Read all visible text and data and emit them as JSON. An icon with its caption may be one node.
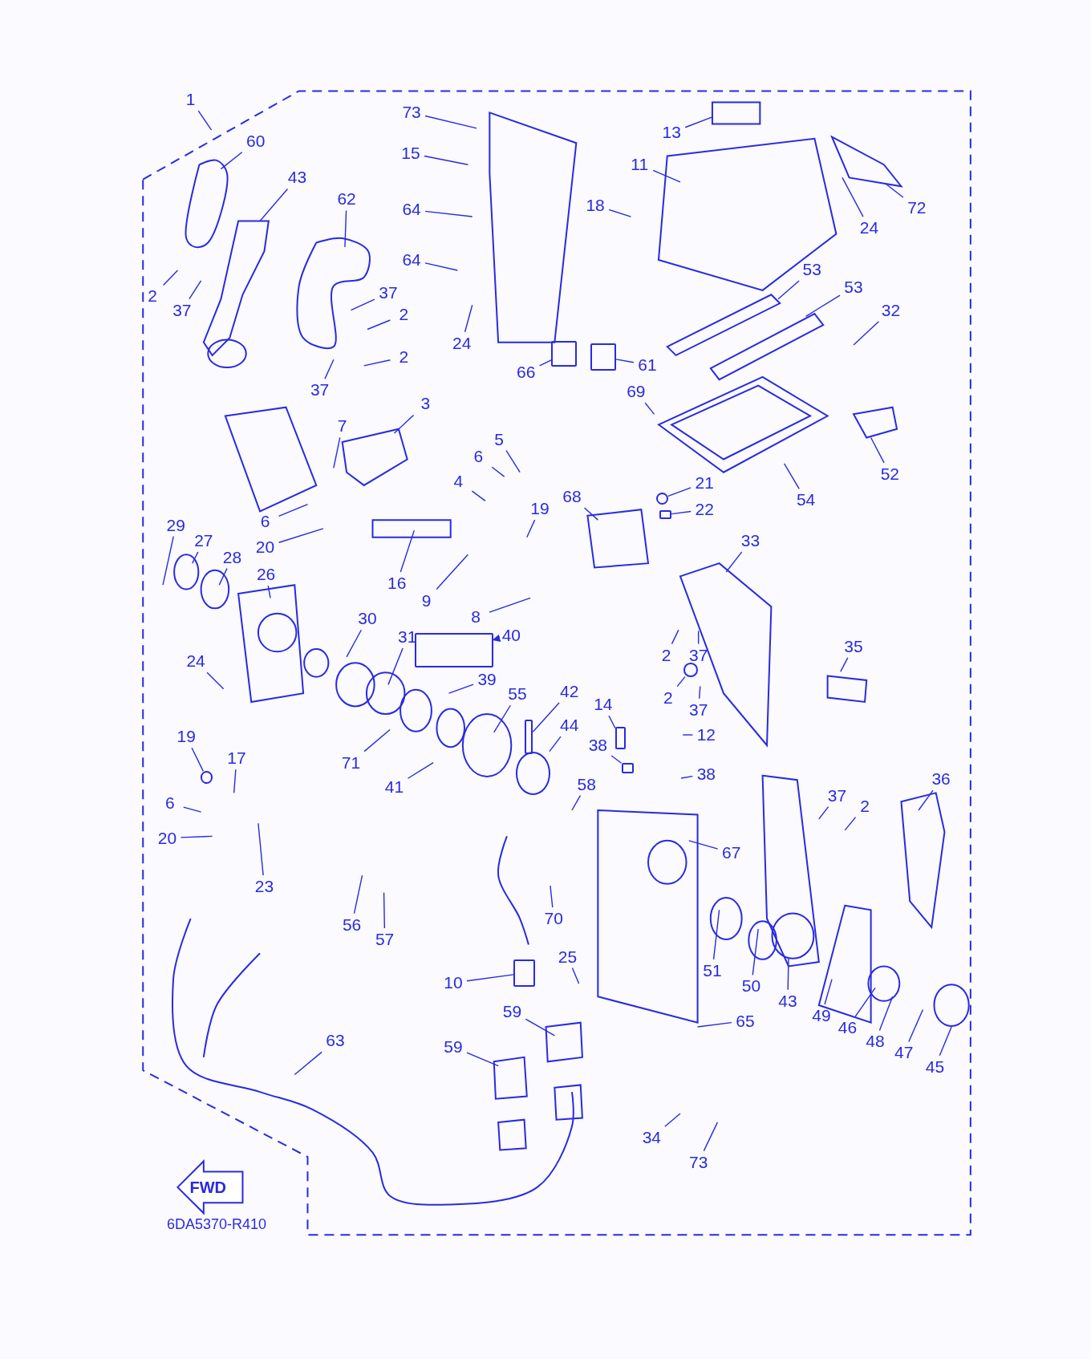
{
  "diagram": {
    "nodes": [
      {
        "text": [
          "1"
        ]
      },
      {
        "text": [
          "60"
        ]
      },
      {
        "text": [
          "43"
        ]
      },
      {
        "text": [
          "62"
        ]
      },
      {
        "text": [
          "2"
        ]
      },
      {
        "text": [
          "37"
        ]
      },
      {
        "text": [
          "37"
        ]
      },
      {
        "text": [
          "2"
        ]
      },
      {
        "text": [
          "2"
        ]
      },
      {
        "text": [
          "37"
        ]
      },
      {
        "text": [
          "73"
        ]
      },
      {
        "text": [
          "15"
        ]
      },
      {
        "text": [
          "64"
        ]
      },
      {
        "text": [
          "64"
        ]
      },
      {
        "text": [
          "24"
        ]
      },
      {
        "text": [
          "13"
        ]
      },
      {
        "text": [
          "11"
        ]
      },
      {
        "text": [
          "18"
        ]
      },
      {
        "text": [
          "24"
        ]
      },
      {
        "text": [
          "72"
        ]
      },
      {
        "text": [
          "53"
        ]
      },
      {
        "text": [
          "53"
        ]
      },
      {
        "text": [
          "32"
        ]
      },
      {
        "text": [
          "66"
        ]
      },
      {
        "text": [
          "61"
        ]
      },
      {
        "text": [
          "69"
        ]
      },
      {
        "text": [
          "3"
        ]
      },
      {
        "text": [
          "7"
        ]
      },
      {
        "text": [
          "5"
        ]
      },
      {
        "text": [
          "6"
        ]
      },
      {
        "text": [
          "4"
        ]
      },
      {
        "text": [
          "19"
        ]
      },
      {
        "text": [
          "68"
        ]
      },
      {
        "text": [
          "21"
        ]
      },
      {
        "text": [
          "22"
        ]
      },
      {
        "text": [
          "54"
        ]
      },
      {
        "text": [
          "52"
        ]
      },
      {
        "text": [
          "6"
        ]
      },
      {
        "text": [
          "20"
        ]
      },
      {
        "text": [
          "16"
        ]
      },
      {
        "text": [
          "9"
        ]
      },
      {
        "text": [
          "8"
        ]
      },
      {
        "text": [
          "29"
        ]
      },
      {
        "text": [
          "27"
        ]
      },
      {
        "text": [
          "28"
        ]
      },
      {
        "text": [
          "26"
        ]
      },
      {
        "text": [
          "30"
        ]
      },
      {
        "text": [
          "31"
        ]
      },
      {
        "text": [
          "40"
        ]
      },
      {
        "text": [
          "39"
        ]
      },
      {
        "text": [
          "24"
        ]
      },
      {
        "text": [
          "33"
        ]
      },
      {
        "text": [
          "35"
        ]
      },
      {
        "text": [
          "2"
        ]
      },
      {
        "text": [
          "37"
        ]
      },
      {
        "text": [
          "2"
        ]
      },
      {
        "text": [
          "37"
        ]
      },
      {
        "text": [
          "55"
        ]
      },
      {
        "text": [
          "42"
        ]
      },
      {
        "text": [
          "14"
        ]
      },
      {
        "text": [
          "44"
        ]
      },
      {
        "text": [
          "38"
        ]
      },
      {
        "text": [
          "12"
        ]
      },
      {
        "text": [
          "38"
        ]
      },
      {
        "text": [
          "58"
        ]
      },
      {
        "text": [
          "71"
        ]
      },
      {
        "text": [
          "41"
        ]
      },
      {
        "text": [
          "19"
        ]
      },
      {
        "text": [
          "17"
        ]
      },
      {
        "text": [
          "6"
        ]
      },
      {
        "text": [
          "20"
        ]
      },
      {
        "text": [
          "23"
        ]
      },
      {
        "text": [
          "37"
        ]
      },
      {
        "text": [
          "2"
        ]
      },
      {
        "text": [
          "36"
        ]
      },
      {
        "text": [
          "67"
        ]
      },
      {
        "text": [
          "56"
        ]
      },
      {
        "text": [
          "57"
        ]
      },
      {
        "text": [
          "70"
        ]
      },
      {
        "text": [
          "51"
        ]
      },
      {
        "text": [
          "50"
        ]
      },
      {
        "text": [
          "43"
        ]
      },
      {
        "text": [
          "49"
        ]
      },
      {
        "text": [
          "46"
        ]
      },
      {
        "text": [
          "48"
        ]
      },
      {
        "text": [
          "47"
        ]
      },
      {
        "text": [
          "45"
        ]
      },
      {
        "text": [
          "10"
        ]
      },
      {
        "text": [
          "25"
        ]
      },
      {
        "text": [
          "59"
        ]
      },
      {
        "text": [
          "59"
        ]
      },
      {
        "text": [
          "65"
        ]
      },
      {
        "text": [
          "63"
        ]
      },
      {
        "text": [
          "34"
        ]
      },
      {
        "text": [
          "73"
        ]
      },
      {
        "text": [],
        "shape": "box"
      },
      {
        "text": [],
        "shape": "box"
      },
      {
        "text": [],
        "shape": "circle"
      },
      {
        "text": [],
        "shape": "box"
      },
      {
        "text": [],
        "shape": "circle"
      },
      {
        "text": [],
        "shape": "box"
      },
      {
        "text": [],
        "shape": "box"
      },
      {
        "text": [],
        "shape": "circle"
      },
      {
        "text": [],
        "shape": "box"
      },
      {
        "text": [],
        "shape": "box"
      },
      {
        "text": [],
        "shape": "circle"
      },
      {
        "text": [],
        "shape": "box"
      }
    ],
    "edges": [
      {
        "from": 0,
        "to": null,
        "arrow": "none"
      },
      {
        "from": 1,
        "to": null,
        "arrow": "none"
      },
      {
        "from": 2,
        "to": null,
        "arrow": "none"
      },
      {
        "from": 3,
        "to": null,
        "arrow": "none"
      },
      {
        "from": 4,
        "to": null,
        "arrow": "none"
      },
      {
        "from": 5,
        "to": null,
        "arrow": "none"
      },
      {
        "from": 6,
        "to": null,
        "arrow": "none"
      },
      {
        "from": 7,
        "to": null,
        "arrow": "none"
      },
      {
        "from": 8,
        "to": null,
        "arrow": "none"
      },
      {
        "from": 9,
        "to": null,
        "arrow": "none"
      },
      {
        "from": 10,
        "to": null,
        "arrow": "none"
      },
      {
        "from": 11,
        "to": null,
        "arrow": "none"
      },
      {
        "from": 12,
        "to": null,
        "arrow": "none"
      },
      {
        "from": 13,
        "to": null,
        "arrow": "none"
      },
      {
        "from": 14,
        "to": null,
        "arrow": "none"
      },
      {
        "from": 15,
        "to": null,
        "arrow": "none"
      },
      {
        "from": 16,
        "to": null,
        "arrow": "none"
      },
      {
        "from": 17,
        "to": null,
        "arrow": "none"
      },
      {
        "from": 18,
        "to": null,
        "arrow": "none"
      },
      {
        "from": 19,
        "to": null,
        "arrow": "none"
      },
      {
        "from": 20,
        "to": null,
        "arrow": "none"
      },
      {
        "from": 21,
        "to": null,
        "arrow": "none"
      },
      {
        "from": 22,
        "to": null,
        "arrow": "none"
      },
      {
        "from": 23,
        "to": 95,
        "arrow": "none"
      },
      {
        "from": 24,
        "to": 96,
        "arrow": "none"
      },
      {
        "from": 25,
        "to": null,
        "arrow": "none"
      },
      {
        "from": 26,
        "to": null,
        "arrow": "none"
      },
      {
        "from": 27,
        "to": null,
        "arrow": "none"
      },
      {
        "from": 28,
        "to": null,
        "arrow": "none"
      },
      {
        "from": 29,
        "to": null,
        "arrow": "none"
      },
      {
        "from": 30,
        "to": null,
        "arrow": "none"
      },
      {
        "from": 31,
        "to": null,
        "arrow": "none"
      },
      {
        "from": 32,
        "to": null,
        "arrow": "none"
      },
      {
        "from": 33,
        "to": 97,
        "arrow": "none"
      },
      {
        "from": 34,
        "to": 104,
        "arrow": "none"
      },
      {
        "from": 35,
        "to": null,
        "arrow": "none"
      },
      {
        "from": 36,
        "to": null,
        "arrow": "none"
      },
      {
        "from": 37,
        "to": null,
        "arrow": "none"
      },
      {
        "from": 38,
        "to": null,
        "arrow": "none"
      },
      {
        "from": 39,
        "to": null,
        "arrow": "none"
      },
      {
        "from": 40,
        "to": null,
        "arrow": "none"
      },
      {
        "from": 41,
        "to": null,
        "arrow": "none"
      },
      {
        "from": 42,
        "to": null,
        "arrow": "none"
      },
      {
        "from": 43,
        "to": null,
        "arrow": "none"
      },
      {
        "from": 44,
        "to": null,
        "arrow": "none"
      },
      {
        "from": 45,
        "to": null,
        "arrow": "none"
      },
      {
        "from": 46,
        "to": null,
        "arrow": "none"
      },
      {
        "from": 47,
        "to": null,
        "arrow": "none"
      },
      {
        "from": 48,
        "to": 98,
        "arrow": "to"
      },
      {
        "from": 49,
        "to": null,
        "arrow": "none"
      },
      {
        "from": 50,
        "to": null,
        "arrow": "none"
      },
      {
        "from": 51,
        "to": null,
        "arrow": "none"
      },
      {
        "from": 52,
        "to": null,
        "arrow": "none"
      },
      {
        "from": 53,
        "to": null,
        "arrow": "none"
      },
      {
        "from": 54,
        "to": null,
        "arrow": "none"
      },
      {
        "from": 55,
        "to": 99,
        "arrow": "none"
      },
      {
        "from": 56,
        "to": null,
        "arrow": "none"
      },
      {
        "from": 57,
        "to": null,
        "arrow": "none"
      },
      {
        "from": 58,
        "to": 100,
        "arrow": "none"
      },
      {
        "from": 59,
        "to": 101,
        "arrow": "none"
      },
      {
        "from": 60,
        "to": 105,
        "arrow": "none"
      },
      {
        "from": 61,
        "to": 106,
        "arrow": "none"
      },
      {
        "from": 62,
        "to": null,
        "arrow": "none"
      },
      {
        "from": 63,
        "to": null,
        "arrow": "none"
      },
      {
        "from": 64,
        "to": null,
        "arrow": "none"
      },
      {
        "from": 65,
        "to": null,
        "arrow": "none"
      },
      {
        "from": 66,
        "to": null,
        "arrow": "none"
      },
      {
        "from": 67,
        "to": 102,
        "arrow": "none"
      },
      {
        "from": 68,
        "to": null,
        "arrow": "none"
      },
      {
        "from": 69,
        "to": null,
        "arrow": "none"
      },
      {
        "from": 70,
        "to": null,
        "arrow": "none"
      },
      {
        "from": 71,
        "to": null,
        "arrow": "none"
      },
      {
        "from": 72,
        "to": null,
        "arrow": "none"
      },
      {
        "from": 73,
        "to": null,
        "arrow": "none"
      },
      {
        "from": 74,
        "to": null,
        "arrow": "none"
      },
      {
        "from": 75,
        "to": null,
        "arrow": "none"
      },
      {
        "from": 76,
        "to": null,
        "arrow": "none"
      },
      {
        "from": 77,
        "to": null,
        "arrow": "none"
      },
      {
        "from": 78,
        "to": null,
        "arrow": "none"
      },
      {
        "from": 79,
        "to": null,
        "arrow": "none"
      },
      {
        "from": 80,
        "to": null,
        "arrow": "none"
      },
      {
        "from": 81,
        "to": null,
        "arrow": "none"
      },
      {
        "from": 82,
        "to": null,
        "arrow": "none"
      },
      {
        "from": 83,
        "to": null,
        "arrow": "none"
      },
      {
        "from": 84,
        "to": null,
        "arrow": "none"
      },
      {
        "from": 85,
        "to": null,
        "arrow": "none"
      },
      {
        "from": 86,
        "to": null,
        "arrow": "none"
      },
      {
        "from": 87,
        "to": 103,
        "arrow": "none"
      },
      {
        "from": 88,
        "to": null,
        "arrow": "none"
      },
      {
        "from": 89,
        "to": null,
        "arrow": "none"
      },
      {
        "from": 90,
        "to": null,
        "arrow": "none"
      },
      {
        "from": 91,
        "to": null,
        "arrow": "none"
      },
      {
        "from": 92,
        "to": null,
        "arrow": "none"
      },
      {
        "from": 93,
        "to": null,
        "arrow": "none"
      },
      {
        "from": 94,
        "to": null,
        "arrow": "none"
      }
    ],
    "labels": [
      "FWD",
      "6DA5370-R410"
    ]
  }
}
